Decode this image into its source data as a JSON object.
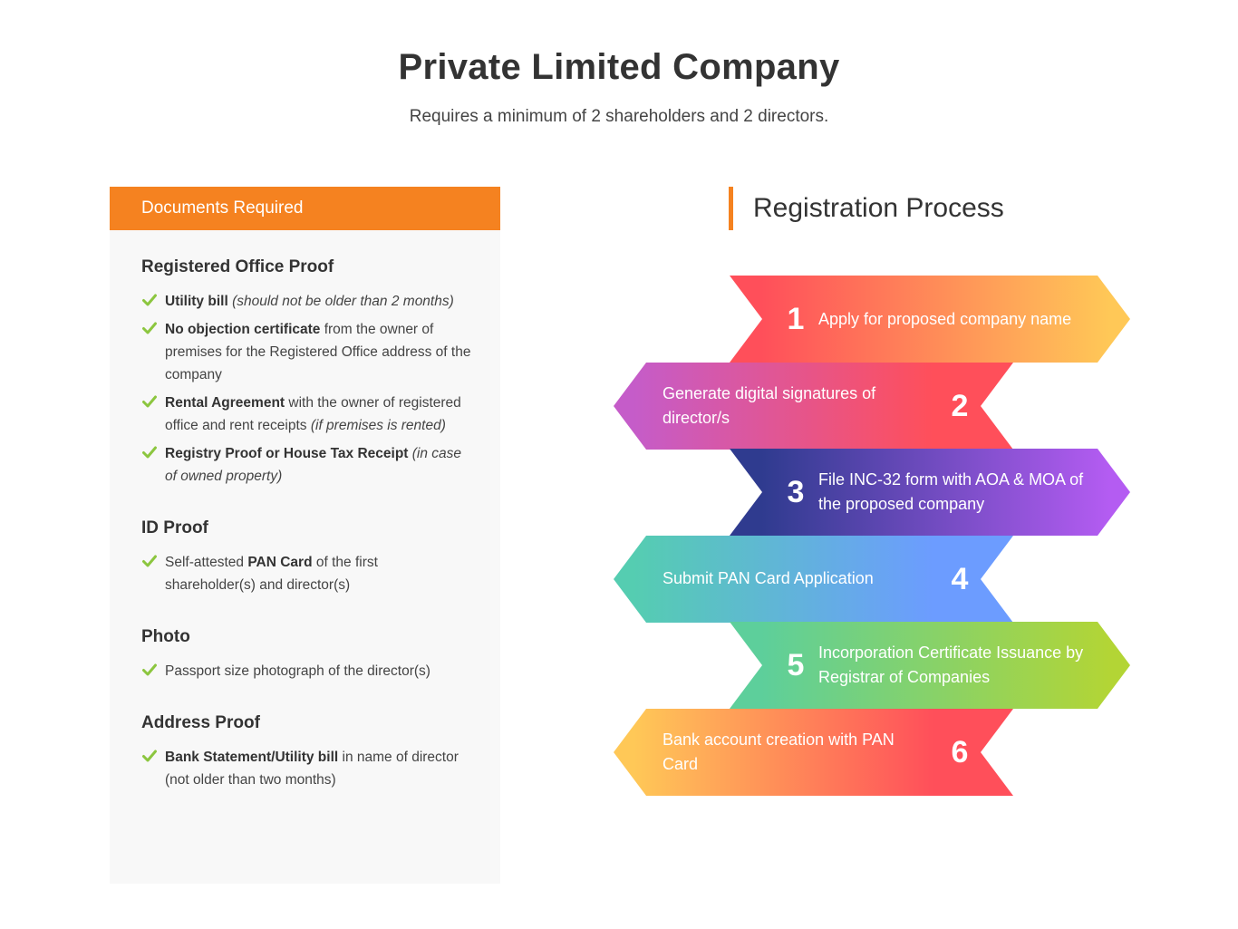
{
  "title": "Private Limited Company",
  "subtitle": "Requires a minimum of 2 shareholders and 2 directors.",
  "documents": {
    "header": "Documents Required",
    "sections": [
      {
        "heading": "Registered Office Proof",
        "items": [
          {
            "bold": "Utility bill",
            "text": "",
            "italic": "(should not be older than 2 months)"
          },
          {
            "bold": "No objection certificate",
            "text": "from the owner of premises for the Registered Office address of the company",
            "italic": ""
          },
          {
            "bold": "Rental Agreement",
            "text": "with the owner of registered office and rent receipts",
            "italic": "(if premises is rented)"
          },
          {
            "bold": "Registry Proof or House Tax Receipt",
            "text": "",
            "italic": "(in case of owned property)"
          }
        ]
      },
      {
        "heading": "ID Proof",
        "items": [
          {
            "prefix": "Self-attested",
            "bold": "PAN Card",
            "text": "of the first shareholder(s) and director(s)"
          }
        ]
      },
      {
        "heading": "Photo",
        "items": [
          {
            "text": "Passport size photograph of the director(s)"
          }
        ]
      },
      {
        "heading": "Address Proof",
        "items": [
          {
            "bold": "Bank Statement/Utility bill",
            "text": "in name of director (not older than two months)"
          }
        ]
      }
    ]
  },
  "process": {
    "header": "Registration Process",
    "steps": [
      {
        "number": "1",
        "label": "Apply for proposed company name",
        "side": "right",
        "colors": [
          "#ff4f5a",
          "#ffc857"
        ]
      },
      {
        "number": "2",
        "label": "Generate digital signatures of director/s",
        "side": "left",
        "colors": [
          "#c55cc9",
          "#ff4f5a"
        ]
      },
      {
        "number": "3",
        "label": "File INC-32 form with AOA & MOA of the proposed company",
        "side": "right",
        "colors": [
          "#2f3b8f",
          "#b45cf2"
        ]
      },
      {
        "number": "4",
        "label": "Submit PAN Card Application",
        "side": "left",
        "colors": [
          "#55cdb1",
          "#6c9cff"
        ]
      },
      {
        "number": "5",
        "label": "Incorporation Certificate Issuance by Registrar of Companies",
        "side": "right",
        "colors": [
          "#5dcf9b",
          "#b3d535"
        ]
      },
      {
        "number": "6",
        "label": "Bank account creation with PAN Card",
        "side": "left",
        "colors": [
          "#ffc857",
          "#ff4f5a"
        ]
      }
    ]
  }
}
